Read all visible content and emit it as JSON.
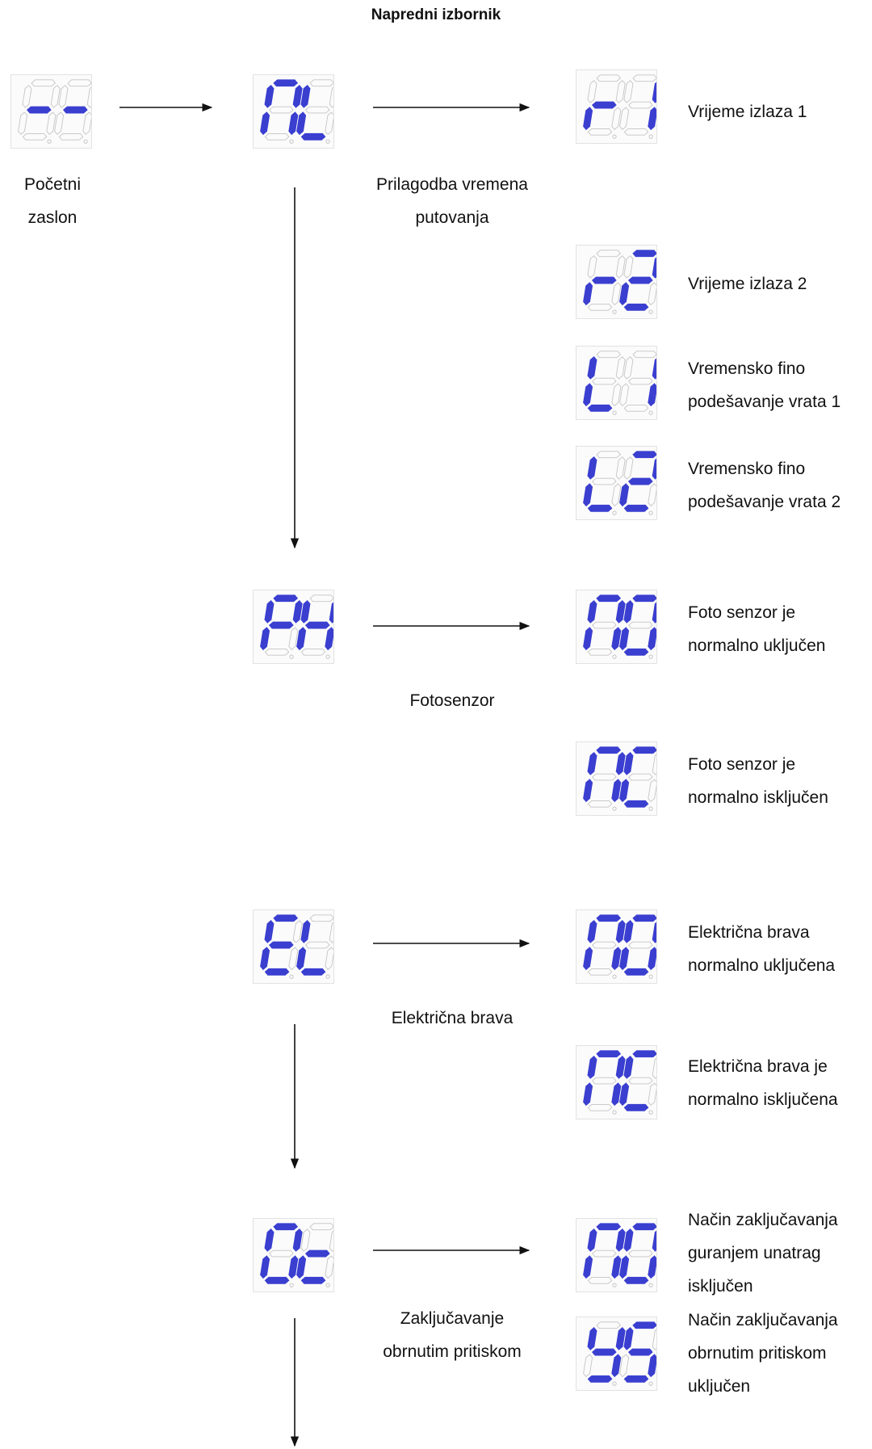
{
  "title": "Napredni izbornik",
  "colors": {
    "segment_on": "#3a3fd0",
    "segment_off": "#c4c4c4",
    "arrow": "#111111"
  },
  "displays": {
    "start": "--",
    "travel_time": "ML",
    "r1": "r1",
    "r2": "r2",
    "l1": "L1",
    "l2": "L2",
    "photo": "PH",
    "photo_no": "NO",
    "photo_nc": "NC",
    "lock": "EL",
    "lock_no": "NO",
    "lock_nc": "NC",
    "push": "Oc",
    "push_no": "NO",
    "push_ys": "YS"
  },
  "labels": {
    "start": "Početni\nzaslon",
    "travel_time": "Prilagodba vremena\nputovanja",
    "r1": "Vrijeme izlaza 1",
    "r2": "Vrijeme izlaza 2",
    "l1": "Vremensko fino\npodešavanje vrata 1",
    "l2": "Vremensko fino\npodešavanje vrata 2",
    "photo": "Fotosenzor",
    "photo_no": "Foto senzor je\nnormalno uključen",
    "photo_nc": "Foto senzor je\nnormalno isključen",
    "lock": "Električna brava",
    "lock_no": "Električna brava\nnormalno uključena",
    "lock_nc": "Električna brava je\nnormalno isključena",
    "push": "Zaključavanje\nobrnutim pritiskom",
    "push_no": "Način zaključavanja\nguranjem unatrag\nisključen",
    "push_ys": "Način zaključavanja\nobrnutim pritiskom\nuključen"
  }
}
